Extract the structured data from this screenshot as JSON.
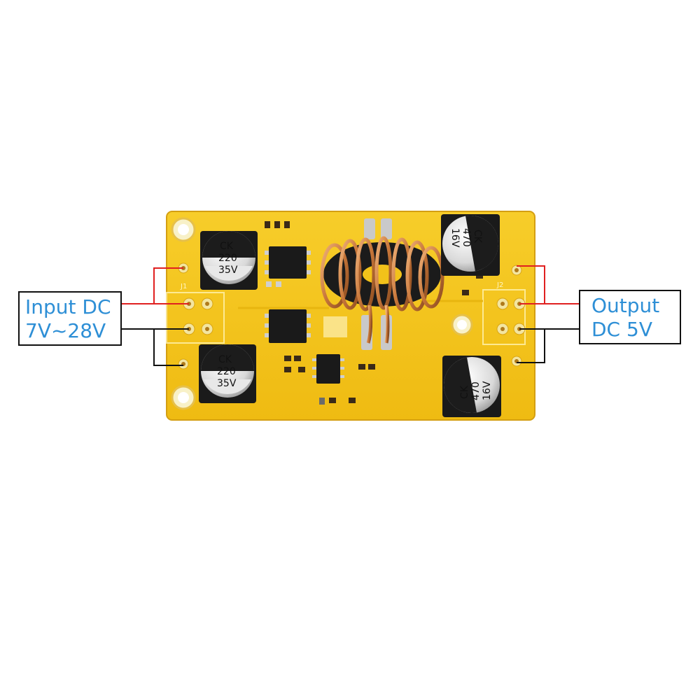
{
  "labels": {
    "input": {
      "line1": "Input DC",
      "line2": "7V~28V"
    },
    "output": {
      "line1": "Output",
      "line2": "DC 5V"
    }
  },
  "board": {
    "connectors": {
      "left": "J1",
      "right": "J2"
    },
    "capacitors": [
      {
        "brand": "CK",
        "value": "220",
        "voltage": "35V"
      },
      {
        "brand": "CK",
        "value": "220",
        "voltage": "35V"
      },
      {
        "brand": "CK",
        "value": "470",
        "voltage": "16V"
      },
      {
        "brand": "CK",
        "value": "470",
        "voltage": "16V"
      }
    ]
  },
  "colors": {
    "pcb": "#f2c21a",
    "pcb_edge": "#d9a514",
    "positive_wire": "#e02020",
    "negative_wire": "#111111",
    "label_text": "#2e8fd6",
    "copper": "#c87a3a"
  }
}
